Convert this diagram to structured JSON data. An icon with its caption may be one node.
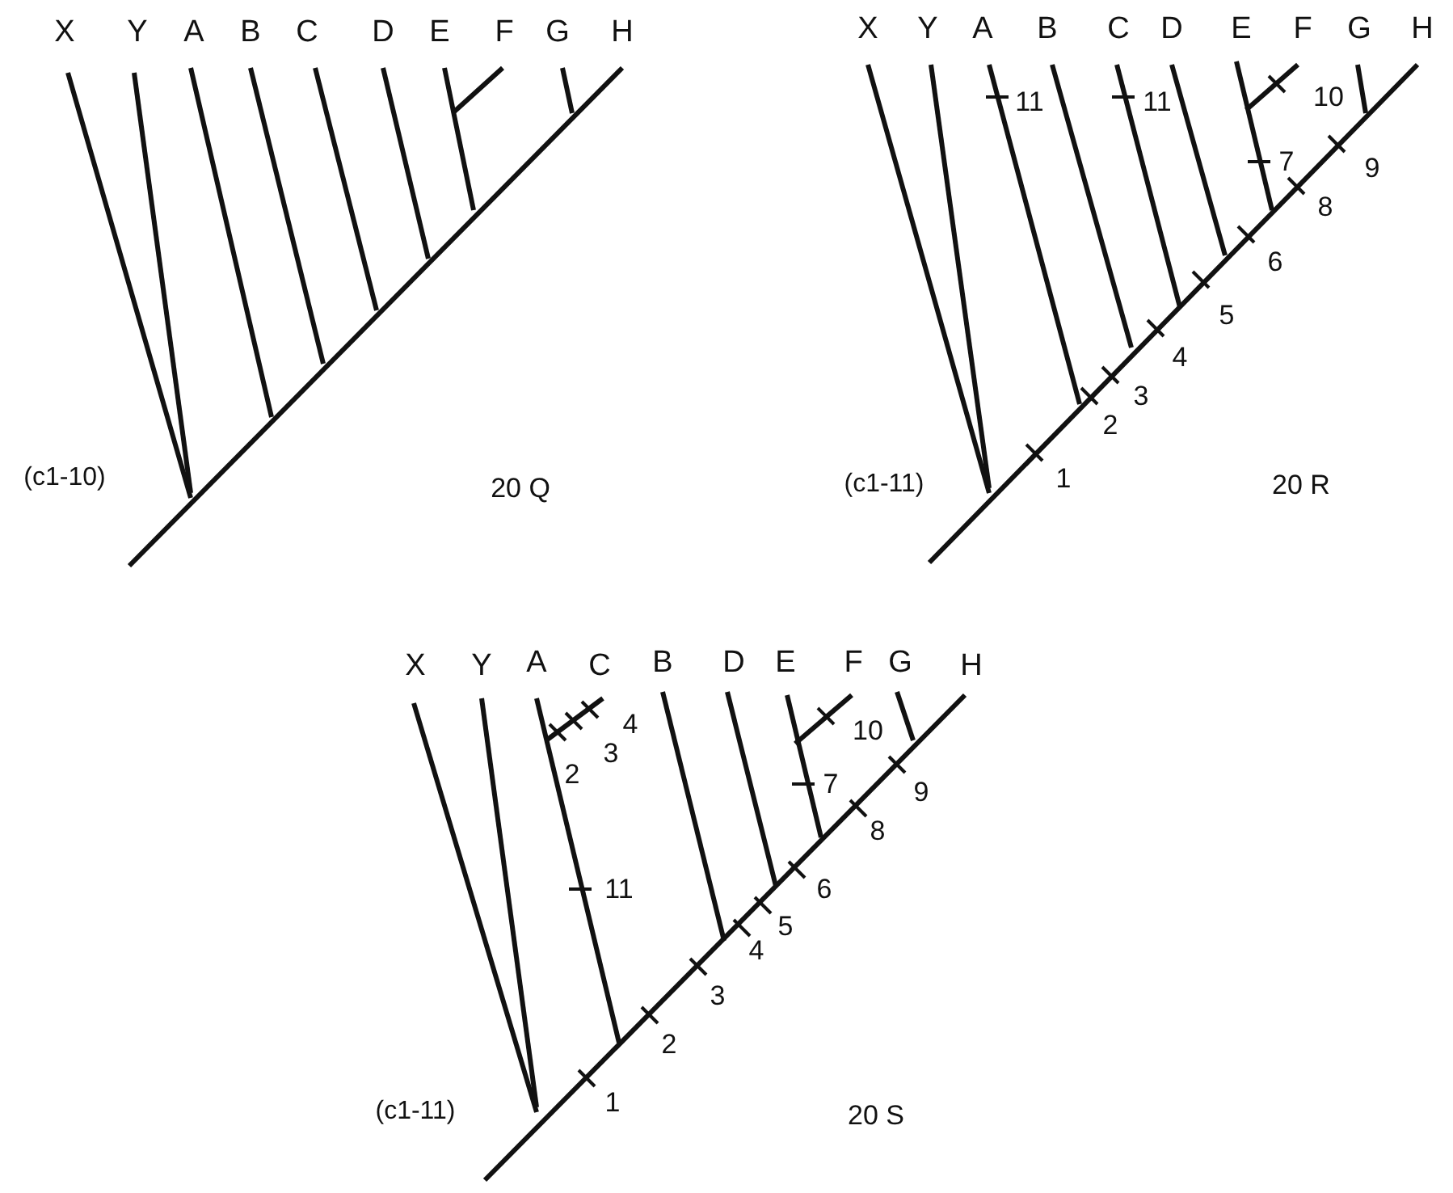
{
  "diagram": {
    "labels": [
      "X",
      "Y",
      "A",
      "B",
      "C",
      "D",
      "E",
      "F",
      "G",
      "H",
      "(c1-10)",
      "20 Q",
      "X",
      "Y",
      "A",
      "B",
      "C",
      "D",
      "E",
      "F",
      "G",
      "H",
      "11",
      "11",
      "10",
      "7",
      "9",
      "8",
      "6",
      "5",
      "4",
      "3",
      "2",
      "(c1-11)",
      "1",
      "20 R",
      "X",
      "Y",
      "A",
      "C",
      "B",
      "D",
      "E",
      "F",
      "G",
      "H",
      "4",
      "3",
      "2",
      "10",
      "7",
      "9",
      "11",
      "8",
      "6",
      "5",
      "4",
      "3",
      "2",
      "(c1-11)",
      "1",
      "20 S"
    ]
  }
}
